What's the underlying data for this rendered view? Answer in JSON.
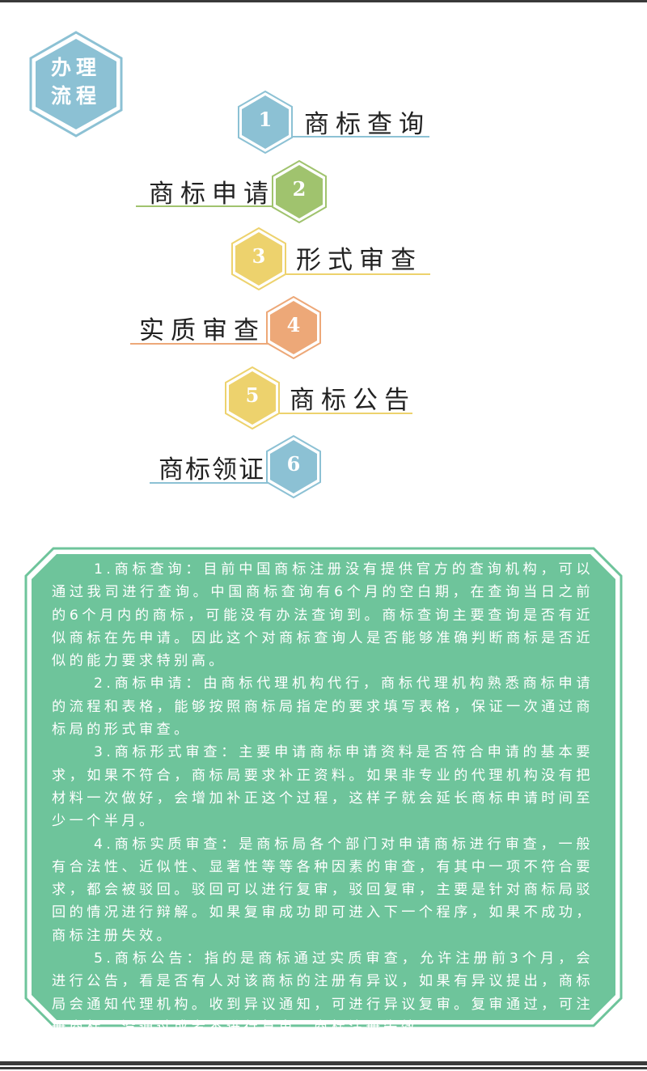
{
  "header": {
    "badge_line1": "办理",
    "badge_line2": "流程"
  },
  "steps": [
    {
      "number": "1",
      "label": "商标查询",
      "color": "#8cc1d4"
    },
    {
      "number": "2",
      "label": "商标申请",
      "color": "#a0c36e"
    },
    {
      "number": "3",
      "label": "形式审查",
      "color": "#edd26d"
    },
    {
      "number": "4",
      "label": "实质审查",
      "color": "#eda878"
    },
    {
      "number": "5",
      "label": "商标公告",
      "color": "#edd26d"
    },
    {
      "number": "6",
      "label": "商标领证",
      "color": "#8cc1d4"
    }
  ],
  "details": {
    "background_color": "#6ec49b",
    "paragraphs": [
      "1.商标查询：目前中国商标注册没有提供官方的查询机构，可以通过我司进行查询。中国商标查询有6个月的空白期，在查询当日之前的6个月内的商标，可能没有办法查询到。商标查询主要查询是否有近似商标在先申请。因此这个对商标查询人是否能够准确判断商标是否近似的能力要求特别高。",
      "2.商标申请：由商标代理机构代行，商标代理机构熟悉商标申请的流程和表格，能够按照商标局指定的要求填写表格，保证一次通过商标局的形式审查。",
      "3.商标形式审查：主要申请商标申请资料是否符合申请的基本要求，如果不符合，商标局要求补正资料。如果非专业的代理机构没有把材料一次做好，会增加补正这个过程，这样子就会延长商标申请时间至少一个半月。",
      "4.商标实质审查：是商标局各个部门对申请商标进行审查，一般有合法性、近似性、显著性等等各种因素的审查，有其中一项不符合要求，都会被驳回。驳回可以进行复审，驳回复审，主要是针对商标局驳回的情况进行辩解。如果复审成功即可进入下一个程序，如果不成功，商标注册失效。",
      "5.商标公告：指的是商标通过实质审查，允许注册前3个月，会进行公告，看是否有人对该商标的注册有异议，如果有异议提出，商标局会通知代理机构。收到异议通知，可进行异议复审。复审通过，可注册商标，没通过或者不进行复审，商标注册失效。"
    ]
  }
}
